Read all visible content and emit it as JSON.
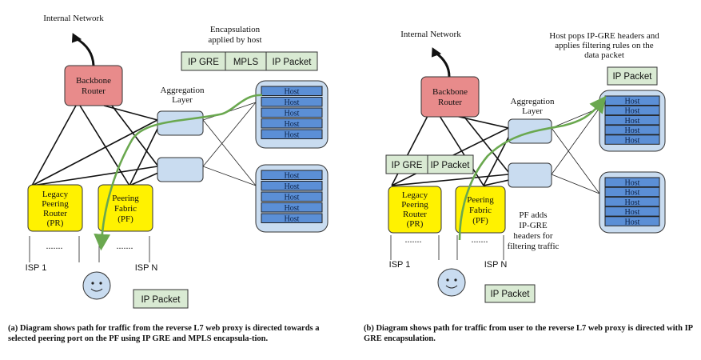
{
  "colors": {
    "backbone_fill": "#e88b8b",
    "backbone_stroke": "#333333",
    "peering_fill": "#fff200",
    "switch_fill": "#c9dcf0",
    "host_panel_fill": "#c9dcf0",
    "host_fill": "#5b8fd6",
    "packet_fill": "#d9ead3",
    "path_arrow": "#6aa84f"
  },
  "icons": [
    "smiley-face-icon",
    "up-arrow-icon"
  ],
  "diagram_a": {
    "internet_label": "Internal Network",
    "backbone_label": [
      "Backbone",
      "Router"
    ],
    "aggregation_label": [
      "Aggregation",
      "Layer"
    ],
    "encap_label": [
      "Encapsulation",
      "applied by host"
    ],
    "header_stack": [
      "IP GRE",
      "MPLS",
      "IP Packet"
    ],
    "hosts_top": [
      "Host",
      "Host",
      "Host",
      "Host",
      "Host"
    ],
    "hosts_bottom": [
      "Host",
      "Host",
      "Host",
      "Host",
      "Host"
    ],
    "legacy_router": [
      "Legacy",
      "Peering",
      "Router",
      "(PR)"
    ],
    "peering_fabric": [
      "Peering",
      "Fabric",
      "(PF)"
    ],
    "dots": ".......",
    "isp_left": "ISP 1",
    "isp_right": "ISP N",
    "packet_label": "IP Packet",
    "caption": "(a) Diagram shows path for traffic from the reverse L7 web proxy is directed towards a selected peering port on the PF using IP GRE and MPLS encapsula-tion."
  },
  "diagram_b": {
    "internet_label": "Internal Network",
    "backbone_label": [
      "Backbone",
      "Router"
    ],
    "aggregation_label": [
      "Aggregation",
      "Layer"
    ],
    "host_note": [
      "Host pops IP-GRE headers and",
      "applies filtering rules on the",
      "data packet"
    ],
    "host_packet": "IP Packet",
    "header_stack": [
      "IP GRE",
      "IP Packet"
    ],
    "hosts_top": [
      "Host",
      "Host",
      "Host",
      "Host",
      "Host"
    ],
    "hosts_bottom": [
      "Host",
      "Host",
      "Host",
      "Host",
      "Host"
    ],
    "legacy_router": [
      "Legacy",
      "Peering",
      "Router",
      "(PR)"
    ],
    "peering_fabric": [
      "Peering",
      "Fabric",
      "(PF)"
    ],
    "pf_note": [
      "PF adds",
      "IP-GRE",
      "headers for",
      "filtering traffic"
    ],
    "dots": ".......",
    "isp_left": "ISP 1",
    "isp_right": "ISP N",
    "packet_label": "IP Packet",
    "caption": "(b) Diagram shows path for traffic from user to the reverse L7 web proxy is directed with IP GRE encapsulation."
  }
}
